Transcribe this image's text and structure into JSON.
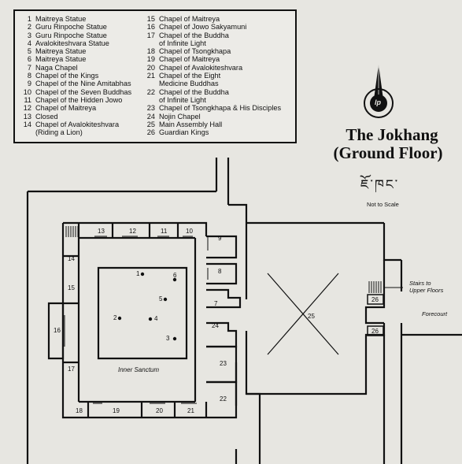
{
  "legend": [
    {
      "num": "1",
      "label": "Maitreya Statue"
    },
    {
      "num": "2",
      "label": "Guru Rinpoche Statue"
    },
    {
      "num": "3",
      "label": "Guru Rinpoche Statue"
    },
    {
      "num": "4",
      "label": "Avalokiteshvara Statue"
    },
    {
      "num": "5",
      "label": "Maitreya Statue"
    },
    {
      "num": "6",
      "label": "Maitreya Statue"
    },
    {
      "num": "7",
      "label": "Naga Chapel"
    },
    {
      "num": "8",
      "label": "Chapel of the Kings"
    },
    {
      "num": "9",
      "label": "Chapel of the Nine Amitabhas"
    },
    {
      "num": "10",
      "label": "Chapel of the Seven Buddhas"
    },
    {
      "num": "11",
      "label": "Chapel of the Hidden Jowo"
    },
    {
      "num": "12",
      "label": "Chapel of Maitreya"
    },
    {
      "num": "13",
      "label": "Closed"
    },
    {
      "num": "14",
      "label": "Chapel of Avalokiteshvara",
      "sub": "(Riding a Lion)"
    },
    {
      "num": "15",
      "label": "Chapel of Maitreya"
    },
    {
      "num": "16",
      "label": "Chapel of Jowo Sakyamuni"
    },
    {
      "num": "17",
      "label": "Chapel of the Buddha",
      "sub": "of Infinite Light"
    },
    {
      "num": "18",
      "label": "Chapel of Tsongkhapa"
    },
    {
      "num": "19",
      "label": "Chapel of Maitreya"
    },
    {
      "num": "20",
      "label": "Chapel of Avalokiteshvara"
    },
    {
      "num": "21",
      "label": "Chapel of the Eight",
      "sub": "Medicine Buddhas"
    },
    {
      "num": "22",
      "label": "Chapel of the Buddha",
      "sub": "of Infinite Light"
    },
    {
      "num": "23",
      "label": "Chapel of Tsongkhapa & His Disciples"
    },
    {
      "num": "24",
      "label": "Nojin Chapel"
    },
    {
      "num": "25",
      "label": "Main Assembly Hall"
    },
    {
      "num": "26",
      "label": "Guardian Kings"
    }
  ],
  "title": {
    "line1": "The Jokhang",
    "line2": "(Ground Floor)"
  },
  "tibetan": "ཇོ་ཁང་",
  "logo_text": "lp",
  "scale_note": "Not to Scale",
  "labels": {
    "inner_sanctum": "Inner Sanctum",
    "stairs_line1": "Stairs to",
    "stairs_line2": "Upper Floors",
    "forecourt": "Forecourt"
  },
  "rooms": [
    "1",
    "2",
    "3",
    "4",
    "5",
    "6",
    "7",
    "8",
    "9",
    "10",
    "11",
    "12",
    "13",
    "14",
    "15",
    "16",
    "17",
    "18",
    "19",
    "20",
    "21",
    "22",
    "23",
    "24",
    "25",
    "26",
    "26"
  ],
  "colors": {
    "ink": "#111111",
    "paper": "#e7e6e1",
    "legend_bg": "#ecebe7",
    "faint": "#b9b8b2"
  }
}
